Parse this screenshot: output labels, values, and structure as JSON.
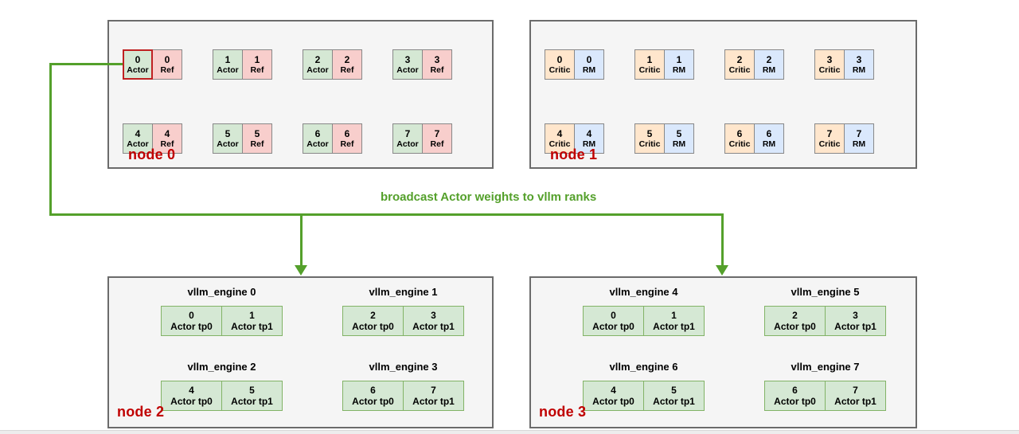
{
  "colors": {
    "page_bg": "#ffffff",
    "node_fill": "#f5f5f5",
    "node_border": "#6b6b6b",
    "actor_fill": "#d5e8d4",
    "actor_border": "#82b366",
    "ref_fill": "#f8cecc",
    "ref_border": "#b85450",
    "critic_fill": "#ffe6cc",
    "critic_border": "#d79b00",
    "rm_fill": "#dae8fc",
    "rm_border": "#6c8ebf",
    "highlight_red": "#bf2121",
    "green": "#54a02b",
    "label_red": "#c00000"
  },
  "connector": {
    "label": "broadcast Actor weights to vllm ranks"
  },
  "nodes": [
    {
      "id": "node0",
      "label": "node 0",
      "kind": "gpu-pairs",
      "pairs": [
        {
          "left": {
            "num": "0",
            "role": "Actor",
            "type": "actor",
            "highlight": true
          },
          "right": {
            "num": "0",
            "role": "Ref",
            "type": "ref"
          }
        },
        {
          "left": {
            "num": "1",
            "role": "Actor",
            "type": "actor"
          },
          "right": {
            "num": "1",
            "role": "Ref",
            "type": "ref"
          }
        },
        {
          "left": {
            "num": "2",
            "role": "Actor",
            "type": "actor"
          },
          "right": {
            "num": "2",
            "role": "Ref",
            "type": "ref"
          }
        },
        {
          "left": {
            "num": "3",
            "role": "Actor",
            "type": "actor"
          },
          "right": {
            "num": "3",
            "role": "Ref",
            "type": "ref"
          }
        },
        {
          "left": {
            "num": "4",
            "role": "Actor",
            "type": "actor"
          },
          "right": {
            "num": "4",
            "role": "Ref",
            "type": "ref"
          }
        },
        {
          "left": {
            "num": "5",
            "role": "Actor",
            "type": "actor"
          },
          "right": {
            "num": "5",
            "role": "Ref",
            "type": "ref"
          }
        },
        {
          "left": {
            "num": "6",
            "role": "Actor",
            "type": "actor"
          },
          "right": {
            "num": "6",
            "role": "Ref",
            "type": "ref"
          }
        },
        {
          "left": {
            "num": "7",
            "role": "Actor",
            "type": "actor"
          },
          "right": {
            "num": "7",
            "role": "Ref",
            "type": "ref"
          }
        }
      ]
    },
    {
      "id": "node1",
      "label": "node 1",
      "kind": "gpu-pairs",
      "pairs": [
        {
          "left": {
            "num": "0",
            "role": "Critic",
            "type": "critic"
          },
          "right": {
            "num": "0",
            "role": "RM",
            "type": "rm"
          }
        },
        {
          "left": {
            "num": "1",
            "role": "Critic",
            "type": "critic"
          },
          "right": {
            "num": "1",
            "role": "RM",
            "type": "rm"
          }
        },
        {
          "left": {
            "num": "2",
            "role": "Critic",
            "type": "critic"
          },
          "right": {
            "num": "2",
            "role": "RM",
            "type": "rm"
          }
        },
        {
          "left": {
            "num": "3",
            "role": "Critic",
            "type": "critic"
          },
          "right": {
            "num": "3",
            "role": "RM",
            "type": "rm"
          }
        },
        {
          "left": {
            "num": "4",
            "role": "Critic",
            "type": "critic"
          },
          "right": {
            "num": "4",
            "role": "RM",
            "type": "rm"
          }
        },
        {
          "left": {
            "num": "5",
            "role": "Critic",
            "type": "critic"
          },
          "right": {
            "num": "5",
            "role": "RM",
            "type": "rm"
          }
        },
        {
          "left": {
            "num": "6",
            "role": "Critic",
            "type": "critic"
          },
          "right": {
            "num": "6",
            "role": "RM",
            "type": "rm"
          }
        },
        {
          "left": {
            "num": "7",
            "role": "Critic",
            "type": "critic"
          },
          "right": {
            "num": "7",
            "role": "RM",
            "type": "rm"
          }
        }
      ]
    },
    {
      "id": "node2",
      "label": "node 2",
      "kind": "vllm",
      "engines": [
        {
          "title": "vllm_engine 0",
          "cells": [
            {
              "num": "0",
              "role": "Actor tp0",
              "type": "actor"
            },
            {
              "num": "1",
              "role": "Actor tp1",
              "type": "actor"
            }
          ]
        },
        {
          "title": "vllm_engine 1",
          "cells": [
            {
              "num": "2",
              "role": "Actor tp0",
              "type": "actor"
            },
            {
              "num": "3",
              "role": "Actor tp1",
              "type": "actor"
            }
          ]
        },
        {
          "title": "vllm_engine 2",
          "cells": [
            {
              "num": "4",
              "role": "Actor tp0",
              "type": "actor"
            },
            {
              "num": "5",
              "role": "Actor tp1",
              "type": "actor"
            }
          ]
        },
        {
          "title": "vllm_engine 3",
          "cells": [
            {
              "num": "6",
              "role": "Actor tp0",
              "type": "actor"
            },
            {
              "num": "7",
              "role": "Actor tp1",
              "type": "actor"
            }
          ]
        }
      ]
    },
    {
      "id": "node3",
      "label": "node 3",
      "kind": "vllm",
      "engines": [
        {
          "title": "vllm_engine 4",
          "cells": [
            {
              "num": "0",
              "role": "Actor tp0",
              "type": "actor"
            },
            {
              "num": "1",
              "role": "Actor tp1",
              "type": "actor"
            }
          ]
        },
        {
          "title": "vllm_engine 5",
          "cells": [
            {
              "num": "2",
              "role": "Actor tp0",
              "type": "actor"
            },
            {
              "num": "3",
              "role": "Actor tp1",
              "type": "actor"
            }
          ]
        },
        {
          "title": "vllm_engine 6",
          "cells": [
            {
              "num": "4",
              "role": "Actor tp0",
              "type": "actor"
            },
            {
              "num": "5",
              "role": "Actor tp1",
              "type": "actor"
            }
          ]
        },
        {
          "title": "vllm_engine 7",
          "cells": [
            {
              "num": "6",
              "role": "Actor tp0",
              "type": "actor"
            },
            {
              "num": "7",
              "role": "Actor tp1",
              "type": "actor"
            }
          ]
        }
      ]
    }
  ]
}
